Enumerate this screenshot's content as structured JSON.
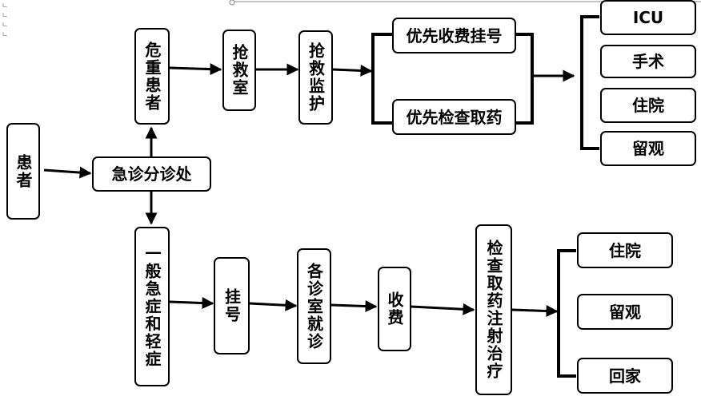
{
  "nodes": {
    "patient": "患者",
    "triage": "急诊分诊处",
    "critical": "危重患者",
    "rescue_room": "抢救室",
    "rescue_monitor": "抢救监护",
    "priority_pay": "优先收费挂号",
    "priority_exam": "优先检查取药",
    "icu": "ICU",
    "surgery": "手术",
    "hospital_top": "住院",
    "observe_top": "留观",
    "general": "一般急症和轻症",
    "register": "挂号",
    "clinic": "各诊室就诊",
    "pay": "收费",
    "exam_treat": "检查取药注射治疗",
    "hospital_bottom": "住院",
    "observe_bottom": "留观",
    "go_home": "回家"
  },
  "para_mark": "↵"
}
